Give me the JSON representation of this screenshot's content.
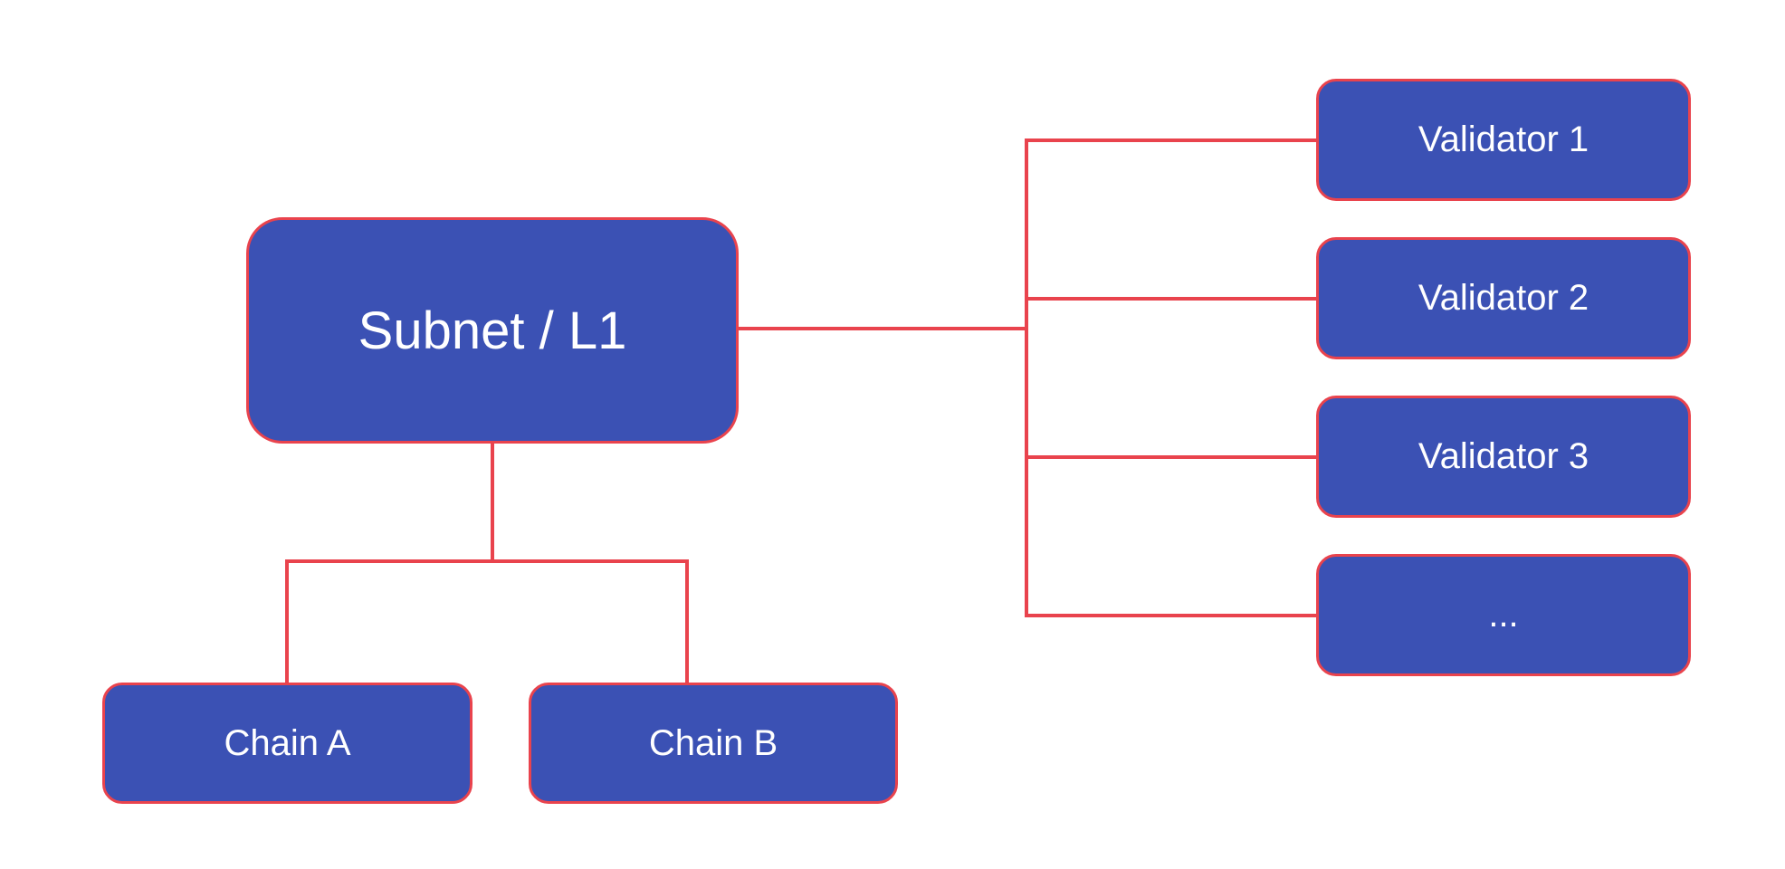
{
  "nodes": {
    "subnet": {
      "label": "Subnet / L1"
    },
    "chains": [
      {
        "label": "Chain A"
      },
      {
        "label": "Chain B"
      }
    ],
    "validators": [
      {
        "label": "Validator 1"
      },
      {
        "label": "Validator 2"
      },
      {
        "label": "Validator 3"
      },
      {
        "label": "..."
      }
    ]
  },
  "colors": {
    "node_fill": "#3B51B4",
    "accent": "#E9434D",
    "label_text": "#FFFFFF",
    "background": "#FFFFFF"
  }
}
